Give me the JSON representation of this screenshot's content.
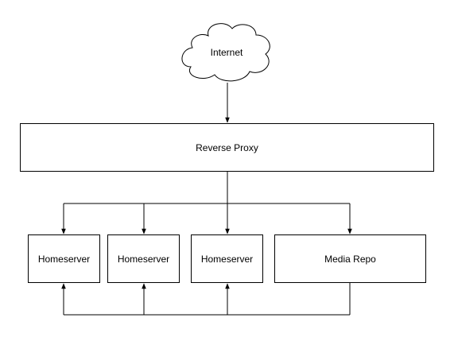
{
  "nodes": {
    "internet": "Internet",
    "reverse_proxy": "Reverse Proxy",
    "homeserver_1": "Homeserver",
    "homeserver_2": "Homeserver",
    "homeserver_3": "Homeserver",
    "media_repo": "Media Repo"
  },
  "colors": {
    "stroke": "#000000",
    "fill": "#ffffff"
  }
}
